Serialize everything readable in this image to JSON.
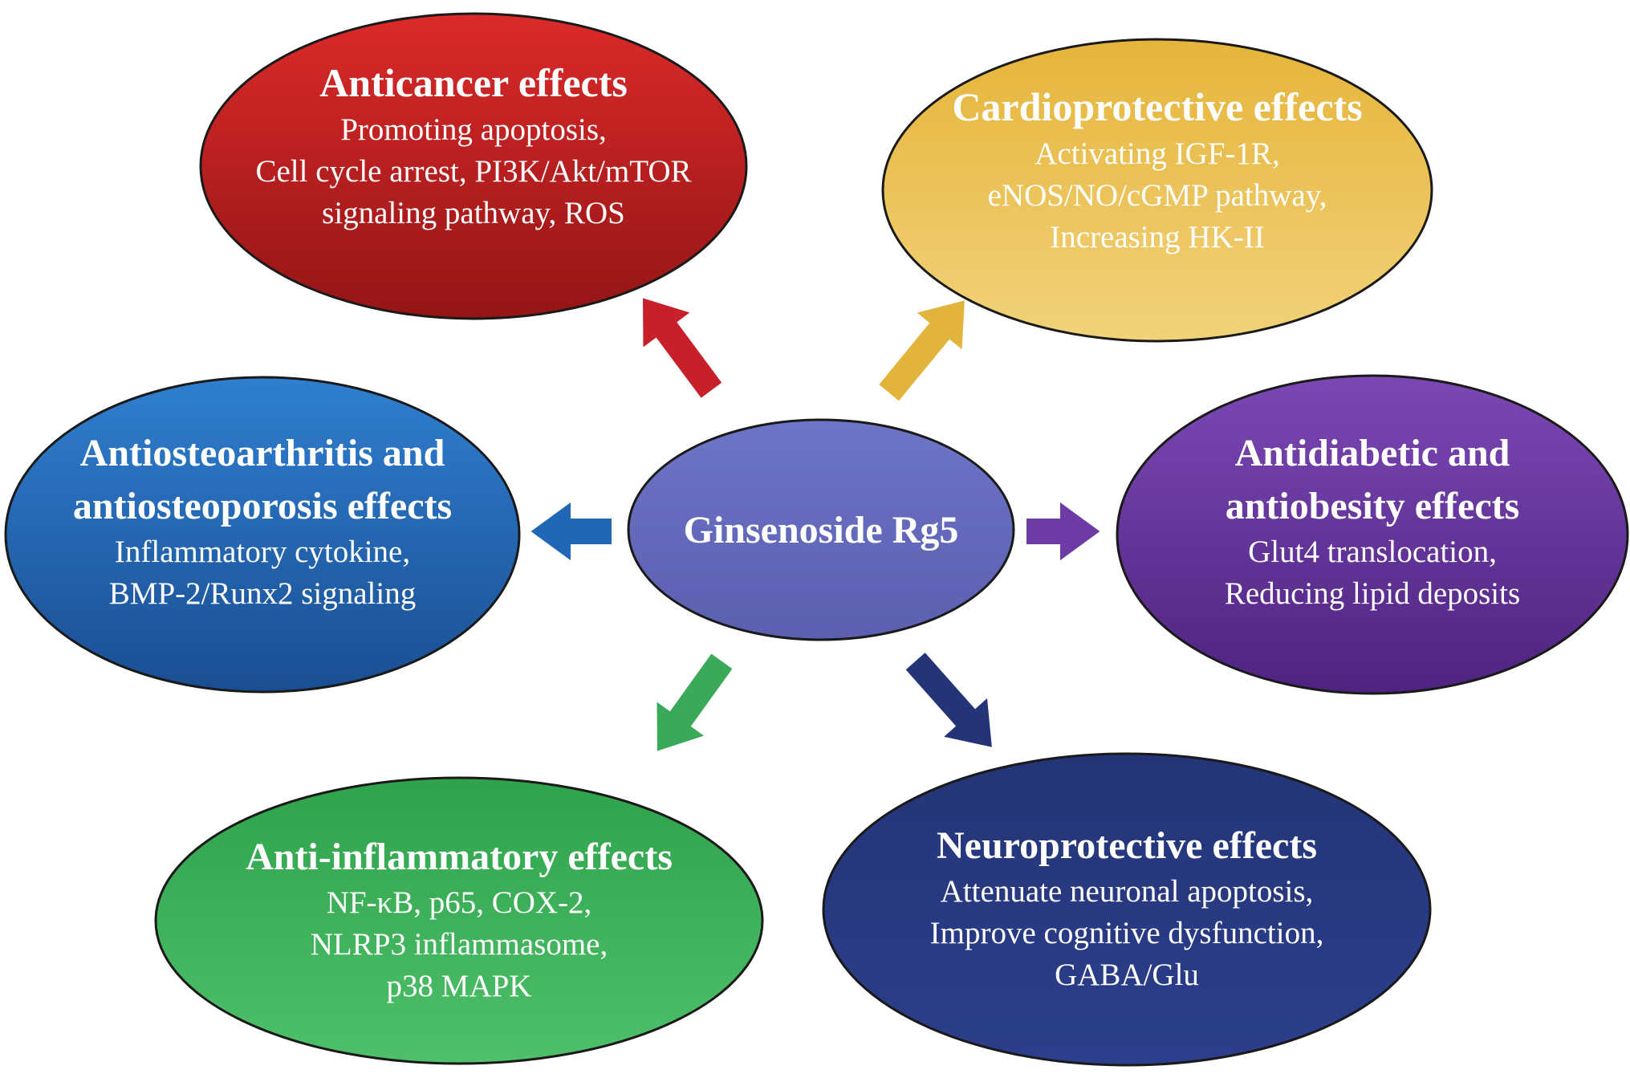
{
  "center": {
    "label": "Ginsenoside Rg5",
    "color_top": "#6e74c6",
    "color_bottom": "#5a5fb0"
  },
  "effects": [
    {
      "id": "anticancer",
      "title_lines": [
        "Anticancer effects"
      ],
      "detail_lines": [
        "Promoting apoptosis,",
        "Cell cycle arrest, PI3K/Akt/mTOR",
        "signaling pathway, ROS"
      ],
      "color_top": "#dc2a2a",
      "color_bottom": "#941515",
      "arrow_color": "#c8202a"
    },
    {
      "id": "cardioprotective",
      "title_lines": [
        "Cardioprotective effects"
      ],
      "detail_lines": [
        "Activating IGF-1R,",
        "eNOS/NO/cGMP pathway,",
        "Increasing HK-II"
      ],
      "color_top": "#e6b43a",
      "color_bottom": "#f1d27a",
      "arrow_color": "#e3b43c"
    },
    {
      "id": "antiosteo",
      "title_lines": [
        "Antiosteoarthritis and",
        "antiosteoporosis effects"
      ],
      "detail_lines": [
        "Inflammatory cytokine,",
        "BMP-2/Runx2 signaling"
      ],
      "color_top": "#2f7fd0",
      "color_bottom": "#1a4e92",
      "arrow_color": "#2068b6"
    },
    {
      "id": "antidiabetic",
      "title_lines": [
        "Antidiabetic and",
        "antiobesity effects"
      ],
      "detail_lines": [
        "Glut4 translocation,",
        "Reducing lipid deposits"
      ],
      "color_top": "#7b48b4",
      "color_bottom": "#4e2380",
      "arrow_color": "#6d3aa6"
    },
    {
      "id": "antiinflammatory",
      "title_lines": [
        "Anti-inflammatory effects"
      ],
      "detail_lines": [
        "NF-κB, p65, COX-2,",
        "NLRP3 inflammasome,",
        "p38 MAPK"
      ],
      "color_top": "#2fa24c",
      "color_bottom": "#4fc06a",
      "arrow_color": "#3aaa58"
    },
    {
      "id": "neuroprotective",
      "title_lines": [
        "Neuroprotective effects"
      ],
      "detail_lines": [
        "Attenuate neuronal apoptosis,",
        "Improve cognitive dysfunction,",
        "GABA/Glu"
      ],
      "color_top": "#243477",
      "color_bottom": "#2c3f8c",
      "arrow_color": "#243476"
    }
  ]
}
